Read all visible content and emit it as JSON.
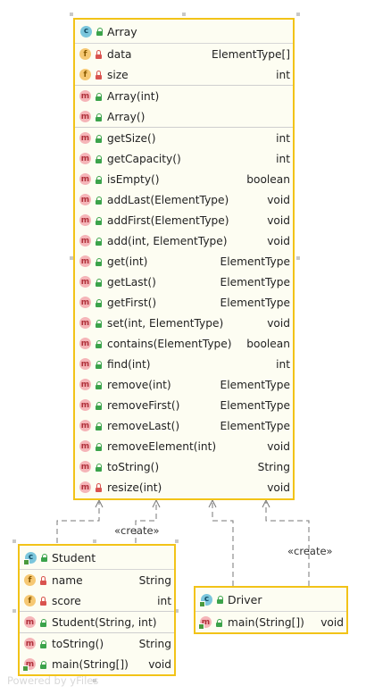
{
  "diagram": {
    "classes": {
      "array": {
        "kind_badge": "c",
        "name": "Array",
        "fields": [
          {
            "badge": "f",
            "visibility": "private",
            "name": "data",
            "type": "ElementType[]"
          },
          {
            "badge": "f",
            "visibility": "private",
            "name": "size",
            "type": "int"
          }
        ],
        "constructors": [
          {
            "badge": "m",
            "visibility": "public",
            "name": "Array(int)",
            "type": ""
          },
          {
            "badge": "m",
            "visibility": "public",
            "name": "Array()",
            "type": ""
          }
        ],
        "methods": [
          {
            "badge": "m",
            "visibility": "public",
            "name": "getSize()",
            "type": "int"
          },
          {
            "badge": "m",
            "visibility": "public",
            "name": "getCapacity()",
            "type": "int"
          },
          {
            "badge": "m",
            "visibility": "public",
            "name": "isEmpty()",
            "type": "boolean"
          },
          {
            "badge": "m",
            "visibility": "public",
            "name": "addLast(ElementType)",
            "type": "void"
          },
          {
            "badge": "m",
            "visibility": "public",
            "name": "addFirst(ElementType)",
            "type": "void"
          },
          {
            "badge": "m",
            "visibility": "public",
            "name": "add(int, ElementType)",
            "type": "void"
          },
          {
            "badge": "m",
            "visibility": "public",
            "name": "get(int)",
            "type": "ElementType"
          },
          {
            "badge": "m",
            "visibility": "public",
            "name": "getLast()",
            "type": "ElementType"
          },
          {
            "badge": "m",
            "visibility": "public",
            "name": "getFirst()",
            "type": "ElementType"
          },
          {
            "badge": "m",
            "visibility": "public",
            "name": "set(int, ElementType)",
            "type": "void"
          },
          {
            "badge": "m",
            "visibility": "public",
            "name": "contains(ElementType)",
            "type": "boolean"
          },
          {
            "badge": "m",
            "visibility": "public",
            "name": "find(int)",
            "type": "int"
          },
          {
            "badge": "m",
            "visibility": "public",
            "name": "remove(int)",
            "type": "ElementType"
          },
          {
            "badge": "m",
            "visibility": "public",
            "name": "removeFirst()",
            "type": "ElementType"
          },
          {
            "badge": "m",
            "visibility": "public",
            "name": "removeLast()",
            "type": "ElementType"
          },
          {
            "badge": "m",
            "visibility": "public",
            "name": "removeElement(int)",
            "type": "void"
          },
          {
            "badge": "m",
            "visibility": "public",
            "name": "toString()",
            "type": "String"
          },
          {
            "badge": "m",
            "visibility": "private",
            "name": "resize(int)",
            "type": "void"
          }
        ]
      },
      "student": {
        "kind_badge": "c",
        "name": "Student",
        "fields": [
          {
            "badge": "f",
            "visibility": "private",
            "name": "name",
            "type": "String"
          },
          {
            "badge": "f",
            "visibility": "private",
            "name": "score",
            "type": "int"
          }
        ],
        "constructors": [
          {
            "badge": "m",
            "visibility": "public",
            "name": "Student(String, int)",
            "type": ""
          }
        ],
        "methods": [
          {
            "badge": "m",
            "visibility": "public",
            "name": "toString()",
            "type": "String"
          },
          {
            "badge": "m",
            "visibility": "public",
            "name": "main(String[])",
            "type": "void",
            "main": true
          }
        ]
      },
      "driver": {
        "kind_badge": "c",
        "name": "Driver",
        "methods": [
          {
            "badge": "m",
            "visibility": "public",
            "name": "main(String[])",
            "type": "void",
            "main": true
          }
        ]
      }
    },
    "relations": {
      "create_label": "«create»"
    },
    "watermark": "Powered by yFiles",
    "colors": {
      "class_border": "#f2c318",
      "class_fill": "#fdfdf2",
      "edge": "#777777"
    }
  }
}
